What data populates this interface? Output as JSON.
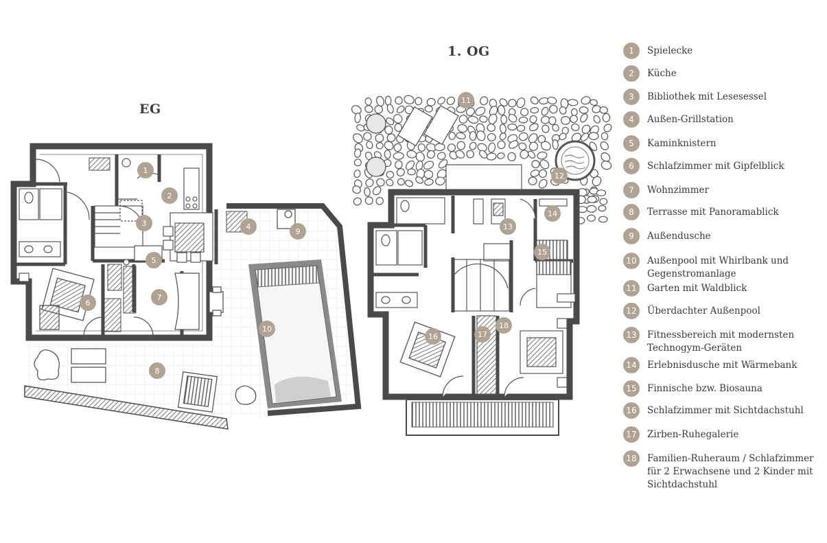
{
  "floors": {
    "eg": {
      "title": "EG"
    },
    "og": {
      "title": "1. OG"
    }
  },
  "colors": {
    "badge": "#b0a393",
    "wall": "#4a4a4a",
    "paving": "#6a6a6a"
  },
  "plan_numbers": {
    "eg": [
      "1",
      "2",
      "3",
      "4",
      "5",
      "6",
      "7",
      "8",
      "9",
      "10"
    ],
    "og": [
      "11",
      "12",
      "13",
      "14",
      "15",
      "16",
      "17",
      "18"
    ]
  },
  "legend": [
    {
      "num": "1",
      "label": "Spielecke"
    },
    {
      "num": "2",
      "label": "Küche"
    },
    {
      "num": "3",
      "label": "Bibliothek mit Lesesessel"
    },
    {
      "num": "4",
      "label": "Außen-Grillstation"
    },
    {
      "num": "5",
      "label": "Kaminknistern"
    },
    {
      "num": "6",
      "label": "Schlafzimmer mit Gipfelblick"
    },
    {
      "num": "7",
      "label": "Wohnzimmer"
    },
    {
      "num": "8",
      "label": "Terrasse mit Panoramablick"
    },
    {
      "num": "9",
      "label": "Außendusche"
    },
    {
      "num": "10",
      "label": "Außenpool mit Whirlbank und Gegenstromanlage"
    },
    {
      "num": "11",
      "label": "Garten mit Waldblick"
    },
    {
      "num": "12",
      "label": "Überdachter Außenpool"
    },
    {
      "num": "13",
      "label": "Fitnessbereich mit modernsten Technogym-Geräten"
    },
    {
      "num": "14",
      "label": "Erlebnisdusche mit Wärmebank"
    },
    {
      "num": "15",
      "label": "Finnische bzw. Biosauna"
    },
    {
      "num": "16",
      "label": "Schlafzimmer mit Sichtdachstuhl"
    },
    {
      "num": "17",
      "label": "Zirben-Ruhegalerie"
    },
    {
      "num": "18",
      "label": "Familien-Ruheraum /  Schlafzimmer für 2 Erwachsene und 2 Kinder mit Sichtdachstuhl"
    }
  ]
}
